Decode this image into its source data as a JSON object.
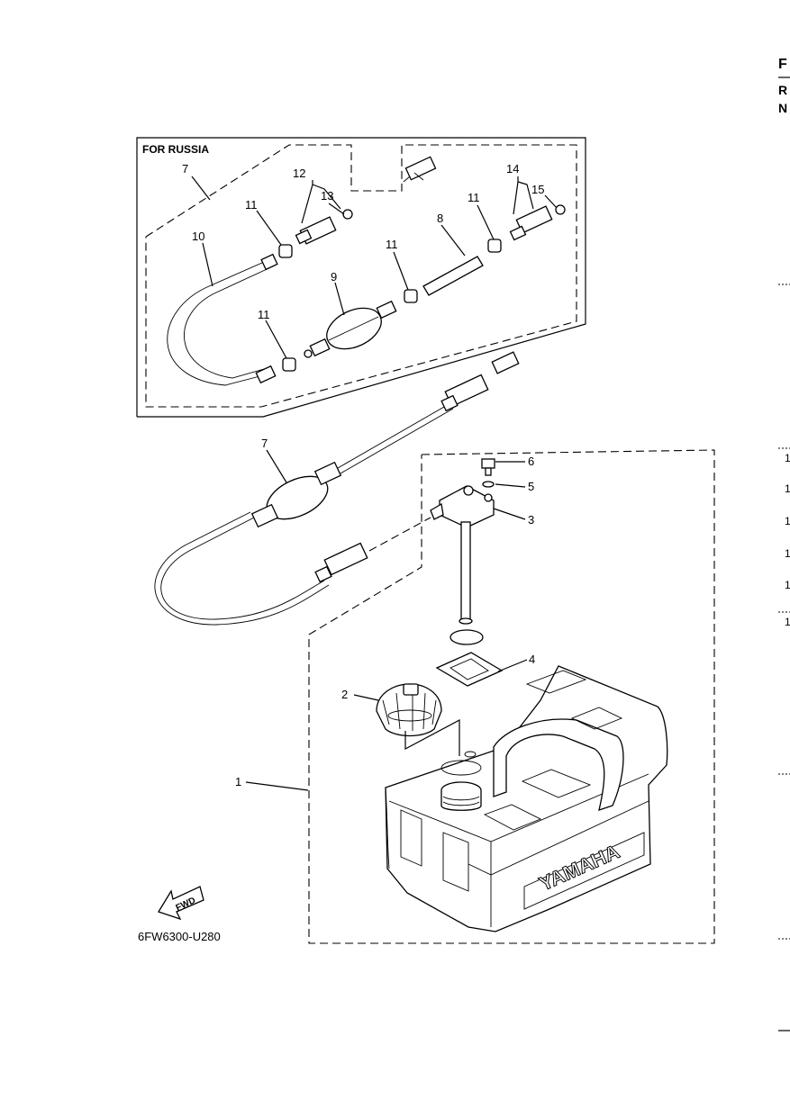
{
  "inset": {
    "title": "FOR RUSSIA"
  },
  "callouts": {
    "c1": "1",
    "c2": "2",
    "c3": "3",
    "c4": "4",
    "c5": "5",
    "c6": "6",
    "c7a": "7",
    "c7b": "7",
    "c8": "8",
    "c9": "9",
    "c10": "10",
    "c11a": "11",
    "c11b": "11",
    "c11c": "11",
    "c11d": "11",
    "c12": "12",
    "c13": "13",
    "c14": "14",
    "c15": "15"
  },
  "tank_brand": "YAMAHA",
  "fwd_label": "FWD",
  "diagram_code": "6FW6300-U280",
  "edge": {
    "letters": [
      "F",
      "R",
      "N"
    ],
    "numbers": [
      "1",
      "1",
      "1",
      "1",
      "1",
      "1"
    ]
  }
}
